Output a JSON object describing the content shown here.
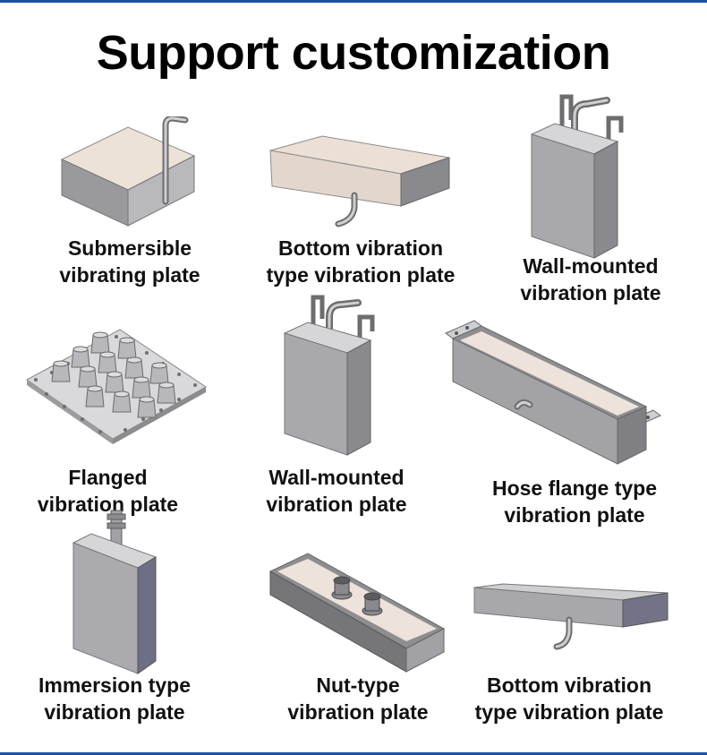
{
  "page": {
    "title": "Support customization"
  },
  "products": [
    {
      "line1": "Submersible",
      "line2": "vibrating plate",
      "icon": "submersible-plate-icon"
    },
    {
      "line1": "Bottom vibration",
      "line2": "type vibration plate",
      "icon": "bottom-vibration-plate-icon"
    },
    {
      "line1": "Wall-mounted",
      "line2": "vibration plate",
      "icon": "wall-mounted-plate-icon"
    },
    {
      "line1": "Flanged",
      "line2": "vibration plate",
      "icon": "flanged-plate-icon"
    },
    {
      "line1": "Wall-mounted",
      "line2": "vibration plate",
      "icon": "wall-mounted-plate-icon"
    },
    {
      "line1": "Hose flange type",
      "line2": "vibration plate",
      "icon": "hose-flange-plate-icon"
    },
    {
      "line1": "Immersion type",
      "line2": "vibration plate",
      "icon": "immersion-plate-icon"
    },
    {
      "line1": "Nut-type",
      "line2": "vibration plate",
      "icon": "nut-type-plate-icon"
    },
    {
      "line1": "Bottom vibration",
      "line2": "type vibration plate",
      "icon": "bottom-vibration-plate-icon"
    }
  ],
  "colors": {
    "accent_border": "#1f4fa8",
    "plate_top": "#e9dfd6",
    "plate_side": "#8a8a8e",
    "plate_front": "#a6a6aa"
  }
}
